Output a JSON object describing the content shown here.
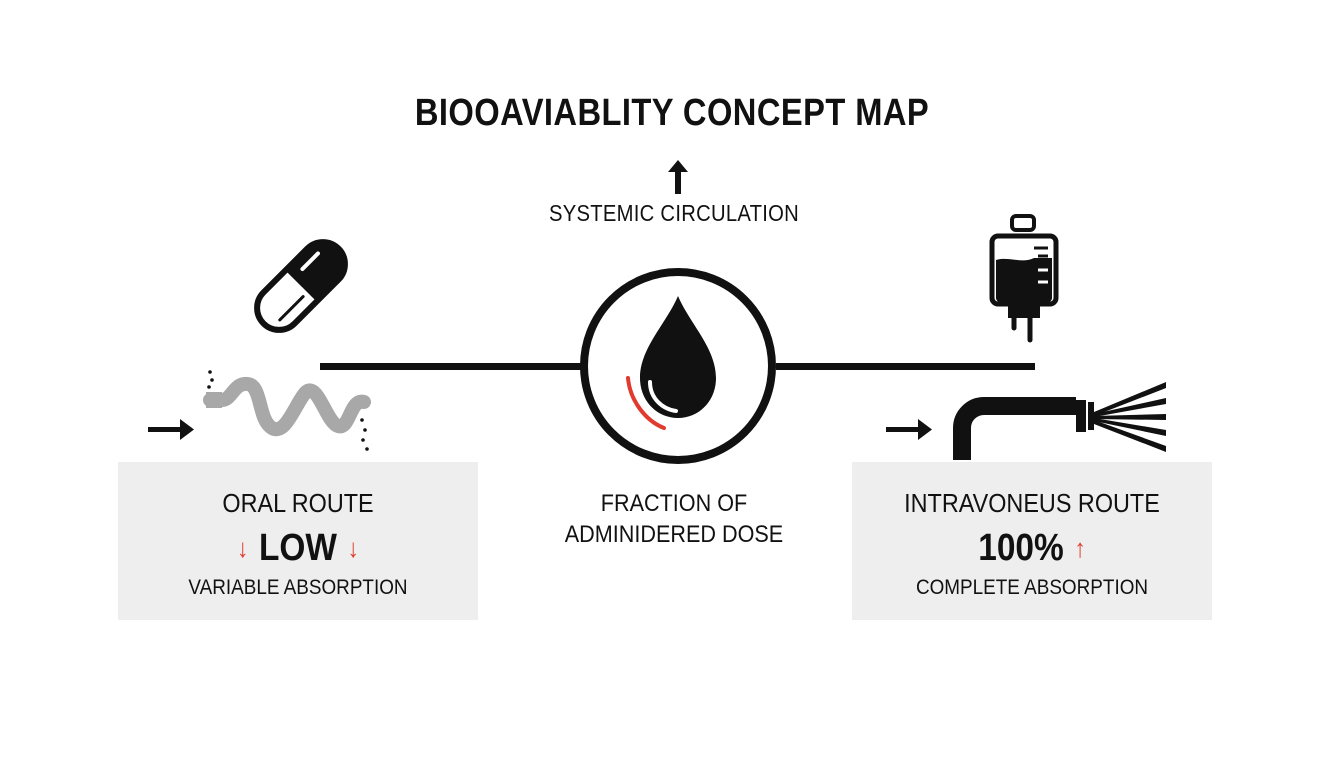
{
  "title": "BIOOAVIABLITY CONCEPT MAP",
  "circulation": {
    "label": "SYSTEMIC CIRCULATION",
    "icon": "up-arrow-icon"
  },
  "center": {
    "icon": "blood-drop-icon",
    "line1": "FRACTION OF",
    "line2": "ADMINIDERED DOSE"
  },
  "oral": {
    "title": "ORAL ROUTE",
    "value": "LOW",
    "subtitle": "VARIABLE ABSORPTION",
    "icons": [
      "capsule-icon",
      "intestine-icon",
      "right-arrow-icon",
      "down-arrow-icon"
    ]
  },
  "iv": {
    "title": "INTRAVONEUS ROUTE",
    "value": "100%",
    "subtitle": "COMPLETE ABSORPTION",
    "icons": [
      "iv-bag-icon",
      "pipe-spray-icon",
      "right-arrow-icon",
      "up-arrow-icon"
    ]
  },
  "colors": {
    "accent_red": "#e03b2e",
    "box_bg": "#eeeeee",
    "ink": "#111111",
    "intestine_gray": "#a8a8a8"
  }
}
